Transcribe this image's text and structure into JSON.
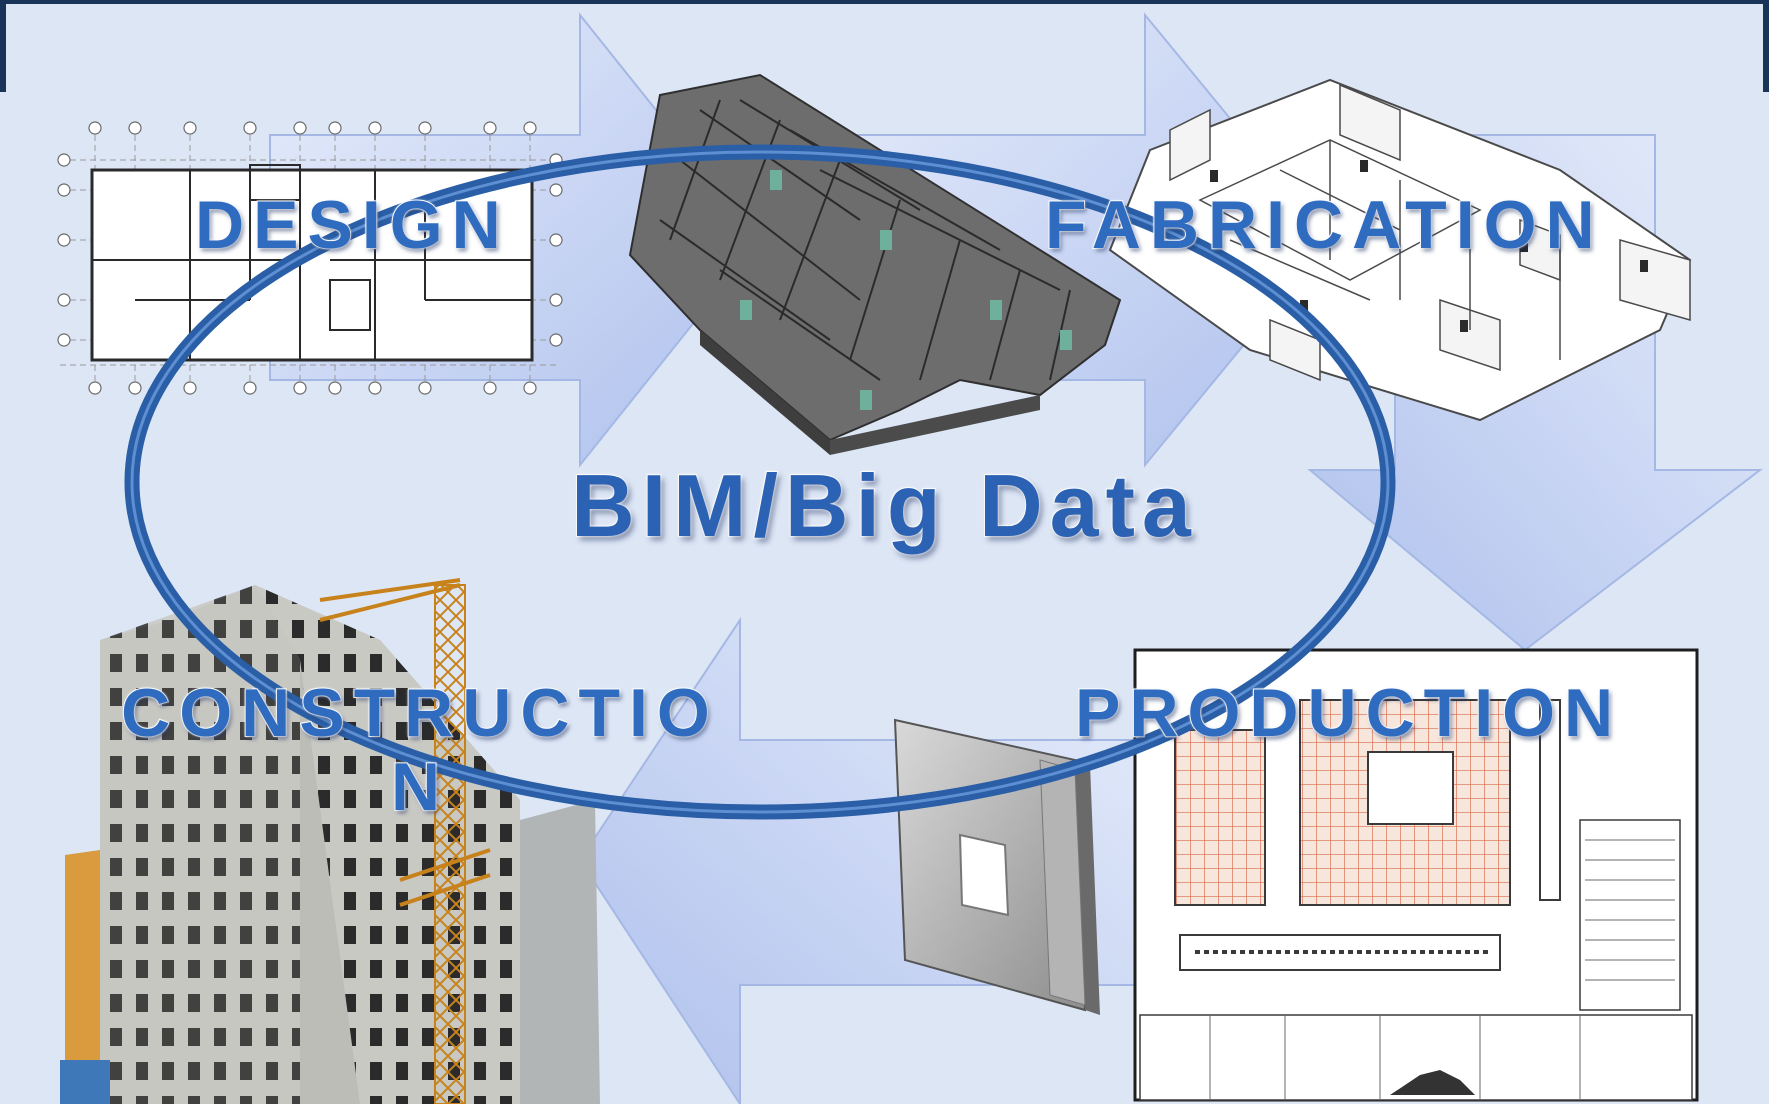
{
  "hub": {
    "label": "BIM/Big Data"
  },
  "stages": {
    "design": "DESIGN",
    "fabrication": "FABRICATION",
    "production": "PRODUCTION",
    "construction": "CONSTRUCTIO\nN"
  },
  "colors": {
    "background": "#dde6f5",
    "arrow": "#b7c7ef",
    "ellipse": "#2a5ea6",
    "label": "#2f6cc0",
    "frame": "#1a3358"
  },
  "icons": [
    "floor-plan-drawing",
    "3d-building-model",
    "exploded-panel-model",
    "wall-panel-shop-drawing",
    "precast-wall-panel",
    "building-under-construction-photo"
  ]
}
